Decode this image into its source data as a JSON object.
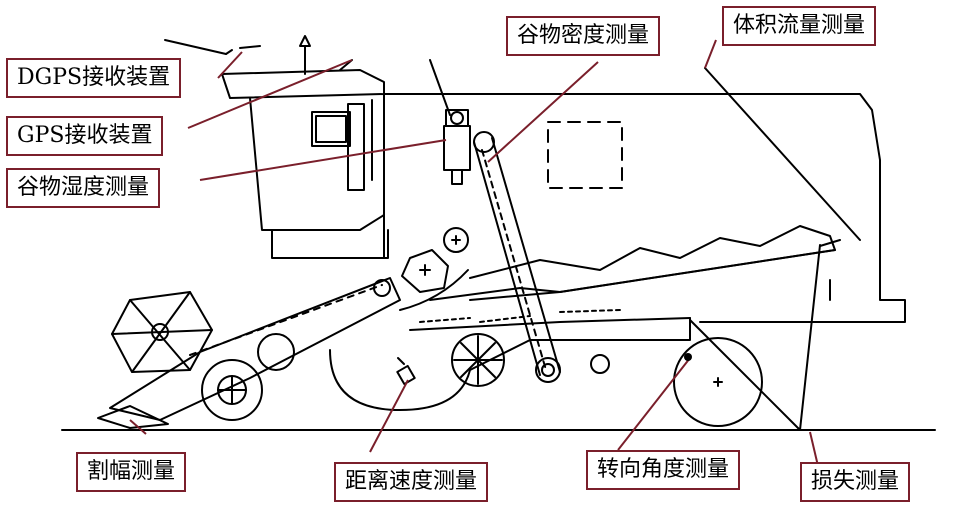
{
  "colors": {
    "leader": "#7a1f2b",
    "box_border": "#7a1f2b",
    "drawing": "#000000"
  },
  "labels": {
    "dgps": "DGPS接收装置",
    "gps": "GPS接收装置",
    "humidity": "谷物湿度测量",
    "density": "谷物密度测量",
    "flow": "体积流量测量",
    "cutting_width": "割幅测量",
    "distance_speed": "距离速度测量",
    "steering_angle": "转向角度测量",
    "loss": "损失测量"
  }
}
